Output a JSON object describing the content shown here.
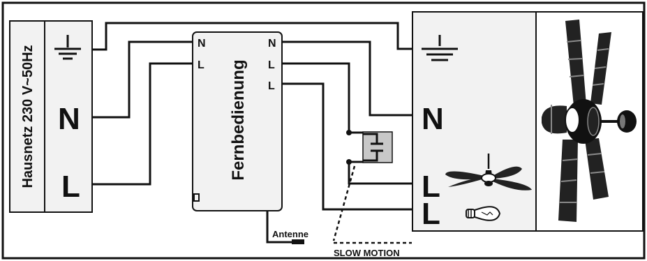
{
  "supply_box": {
    "title": "Hausnetz 230 V~50Hz",
    "terminal_n": "N",
    "terminal_l": "L",
    "ground_icon": "ground-symbol-icon"
  },
  "remote_module": {
    "title": "Fernbedienung",
    "input_n": "N",
    "input_l": "L",
    "output_n": "N",
    "output_l1": "L",
    "output_l2": "L"
  },
  "capacitor": {
    "icon": "capacitor-icon"
  },
  "antenna": {
    "label": "Antenne"
  },
  "slow_motion": {
    "label": "SLOW MOTION"
  },
  "fan_box": {
    "terminal_n": "N",
    "terminal_l_fan": "L",
    "terminal_l_light": "L",
    "icons": [
      "ground-symbol-icon",
      "ceiling-fan-icon",
      "light-bulb-icon",
      "ceiling-fan-large-icon"
    ]
  },
  "colors": {
    "line": "#111111",
    "box_fill": "#f2f2f2",
    "capacitor_fill": "#c8c8c8",
    "blade": "#2a2a2a"
  }
}
